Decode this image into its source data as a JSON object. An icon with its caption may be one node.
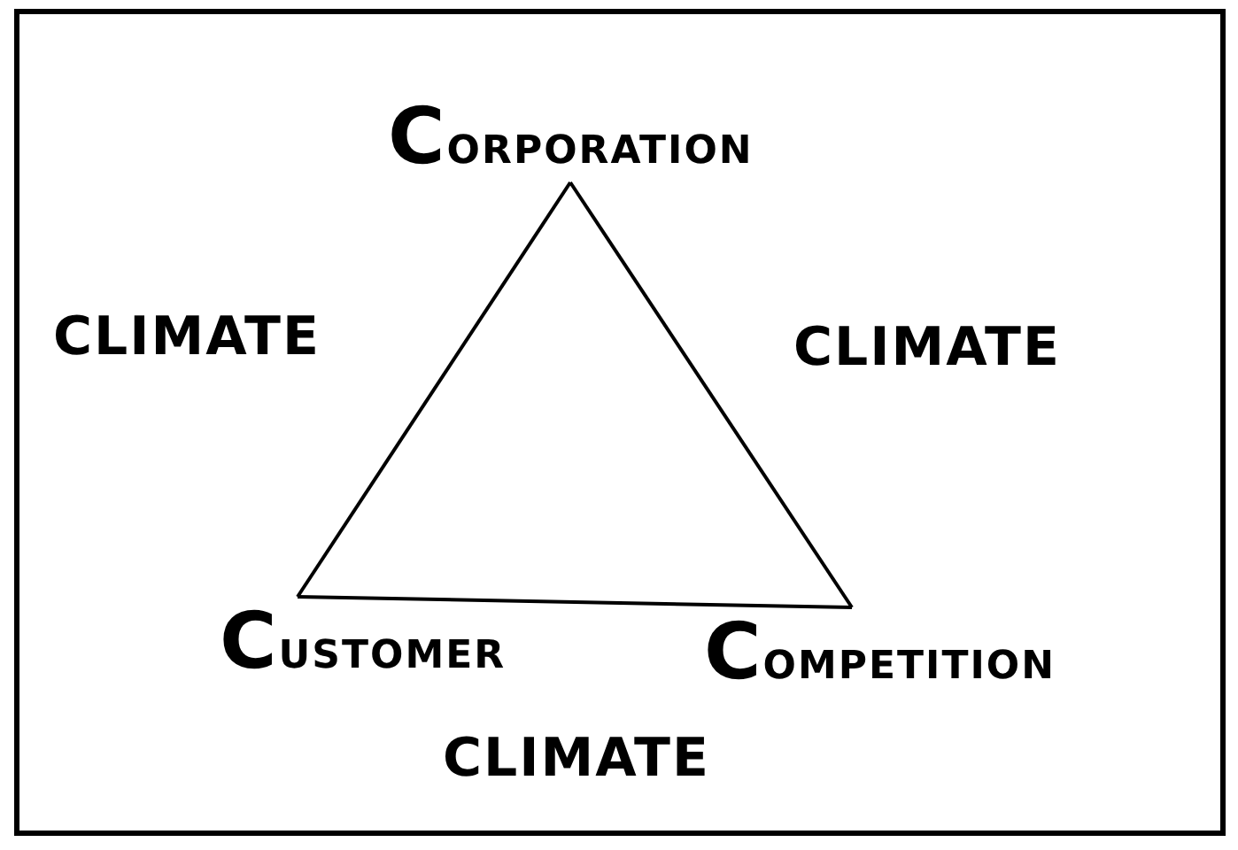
{
  "diagram": {
    "nodes": [
      {
        "text": [
          "CORPORATION"
        ]
      },
      {
        "text": [
          "CUSTOMER"
        ]
      },
      {
        "text": [
          "COMPETITION"
        ]
      }
    ],
    "edges": [
      {
        "from": 0,
        "to": 1,
        "arrow": "none"
      },
      {
        "from": 1,
        "to": 2,
        "arrow": "none"
      },
      {
        "from": 2,
        "to": 0,
        "arrow": "none"
      }
    ],
    "labels": [
      "CLIMATE",
      "CLIMATE",
      "CLIMATE"
    ]
  }
}
